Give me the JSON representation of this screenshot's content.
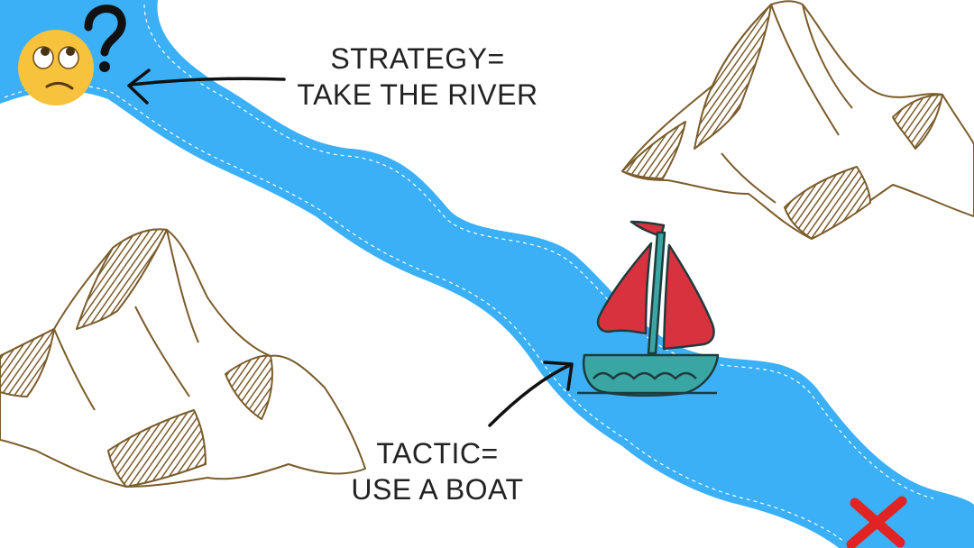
{
  "labels": {
    "strategy_line1": "STRATEGY=",
    "strategy_line2": "TAKE THE RIVER",
    "tactic_line1": "TACTIC=",
    "tactic_line2": "USE A BOAT"
  },
  "icons": {
    "confused_face": "confused-face-emoji-icon",
    "question_mark": "question-mark-icon",
    "boat": "sailboat-icon",
    "destination": "red-x-mark-icon"
  },
  "colors": {
    "river": "#3bb0f7",
    "river_dash": "#ffffff",
    "mountain_ink": "#7a5c2b",
    "sail_red": "#d8323f",
    "hull_teal": "#3aa6a4",
    "x_mark": "#e02424",
    "emoji_yellow": "#f7c23c"
  }
}
